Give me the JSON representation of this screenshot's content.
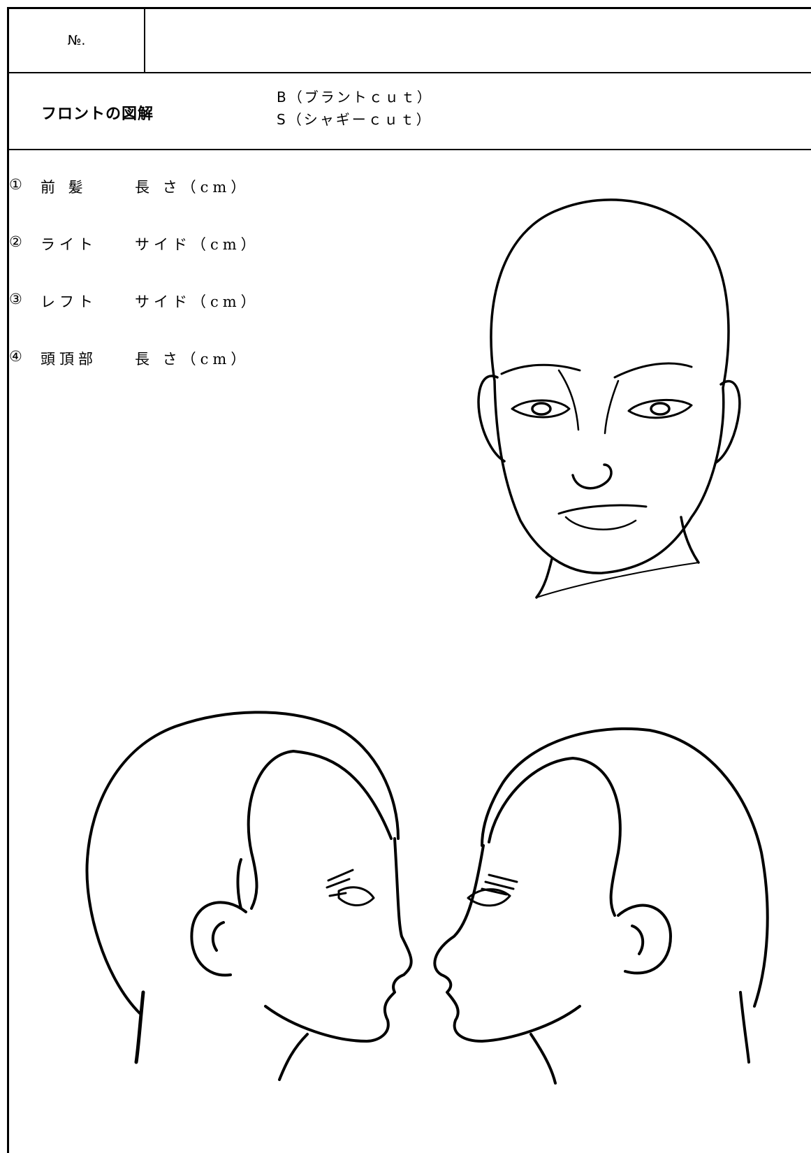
{
  "header": {
    "no_label": "№.",
    "no_value": ""
  },
  "section": {
    "title": "フロントの図解",
    "legend": [
      "B（ブラントｃｕｔ）",
      "S（シャギーｃｕｔ）"
    ]
  },
  "measurements": [
    {
      "num": "①",
      "part": "前 髪",
      "measure": "長 さ（cm）"
    },
    {
      "num": "②",
      "part": "ライト",
      "measure": "サイド（cm）"
    },
    {
      "num": "③",
      "part": "レフト",
      "measure": "サイド（cm）"
    },
    {
      "num": "④",
      "part": "頭頂部",
      "measure": "長 さ（cm）"
    }
  ],
  "illustrations": {
    "front_face": "front-head-drawing",
    "left_profile": "left-facing-profile-drawing",
    "right_profile": "right-facing-profile-drawing"
  }
}
